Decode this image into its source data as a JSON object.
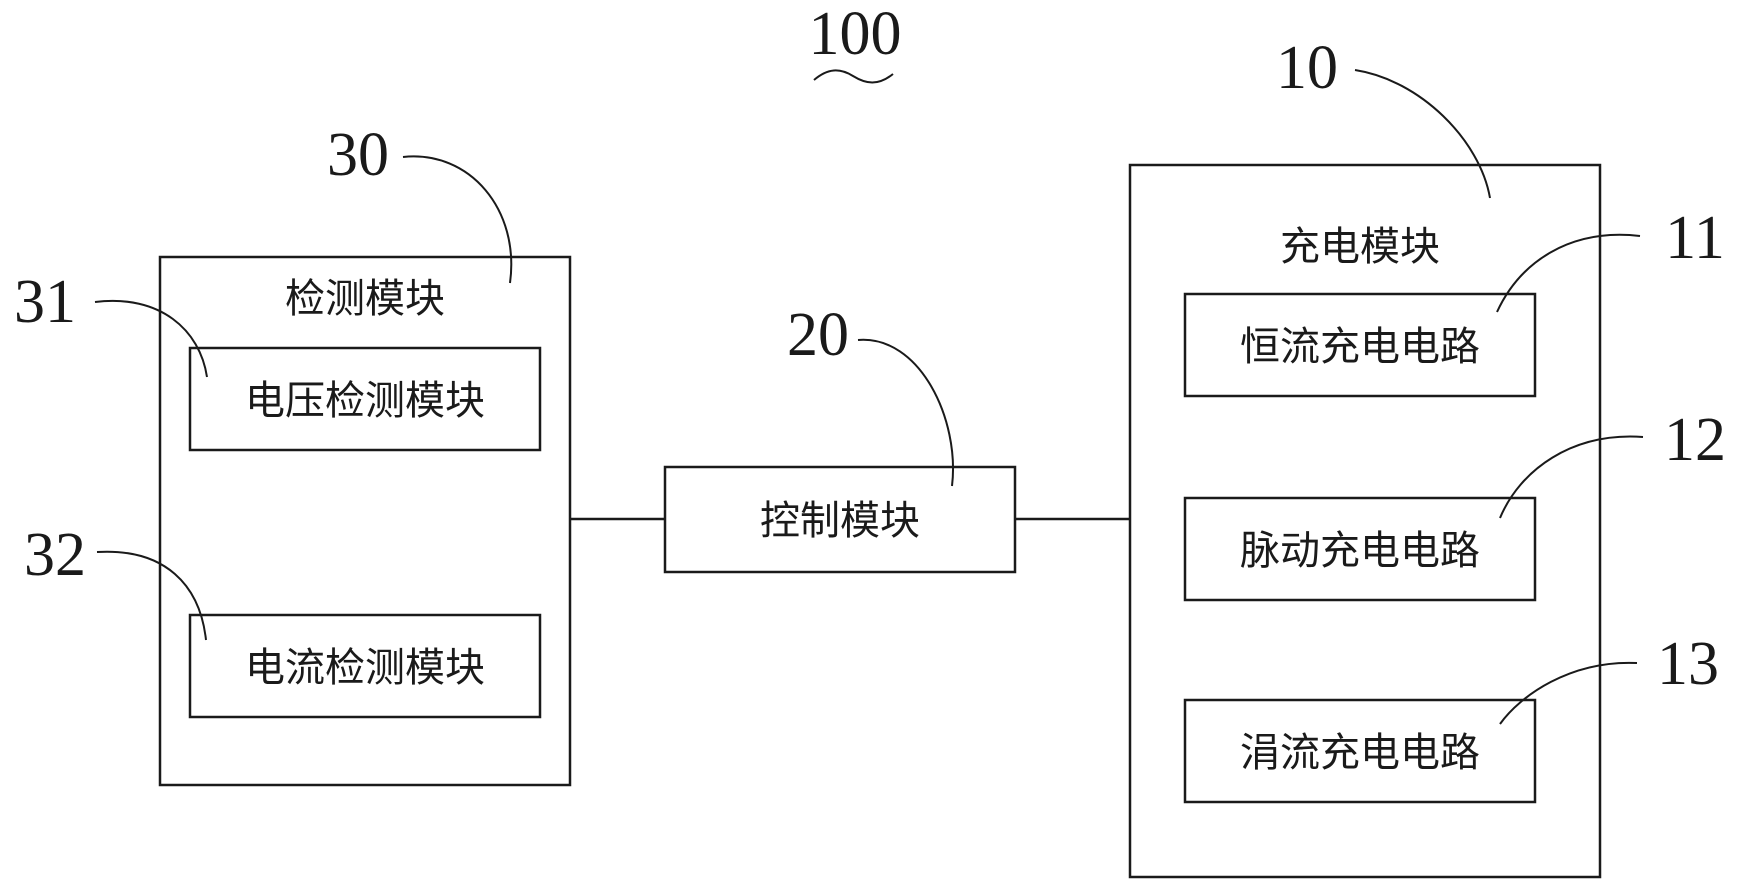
{
  "figure_ref": "100",
  "detection": {
    "ref": "30",
    "title": "检测模块",
    "voltage": {
      "ref": "31",
      "label": "电压检测模块"
    },
    "current": {
      "ref": "32",
      "label": "电流检测模块"
    }
  },
  "control": {
    "ref": "20",
    "label": "控制模块"
  },
  "charging": {
    "ref": "10",
    "title": "充电模块",
    "constant": {
      "ref": "11",
      "label": "恒流充电电路"
    },
    "pulse": {
      "ref": "12",
      "label": "脉动充电电路"
    },
    "trickle": {
      "ref": "13",
      "label": "涓流充电电路"
    }
  }
}
